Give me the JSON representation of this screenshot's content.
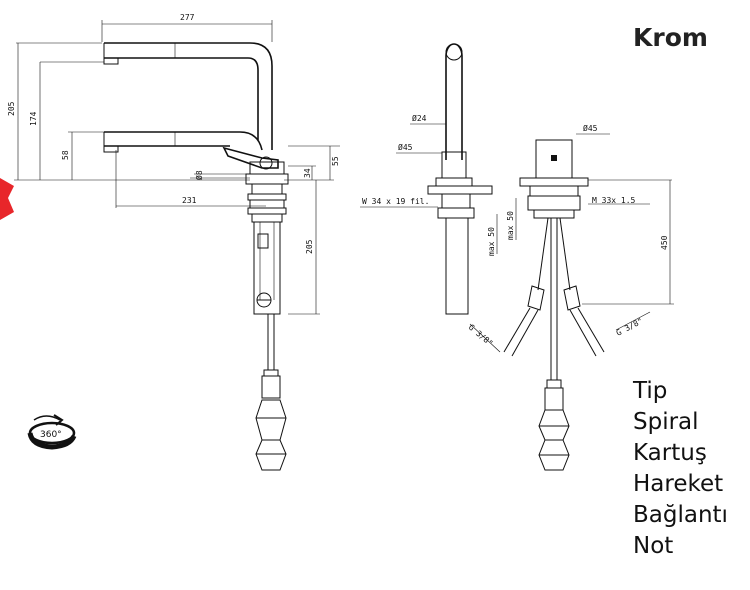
{
  "finish_title": "Krom",
  "properties": [
    "Tip",
    "Spiral",
    "Kartuş",
    "Hareket",
    "Bağlantı",
    "Not"
  ],
  "rotation_badge": "360°",
  "dimensions": {
    "width_277": "277",
    "height_205_left": "205",
    "height_174": "174",
    "height_58": "58",
    "dia_8": "Ø8",
    "depth_231": "231",
    "h_55": "55",
    "h_34": "34",
    "h_205_lower": "205",
    "dia_24": "Ø24",
    "dia_45_front": "Ø45",
    "thread_w34": "W 34 x 19 fil.",
    "max50_a": "max 50",
    "max50_b": "max 50",
    "dia_45_right": "Ø45",
    "thread_m33": "M 33x 1.5",
    "h_450": "450",
    "g38_left": "G 3/8\"",
    "g38_right": "G 3/8\""
  },
  "colors": {
    "line": "#111111",
    "accent_marker": "#e8262a"
  }
}
